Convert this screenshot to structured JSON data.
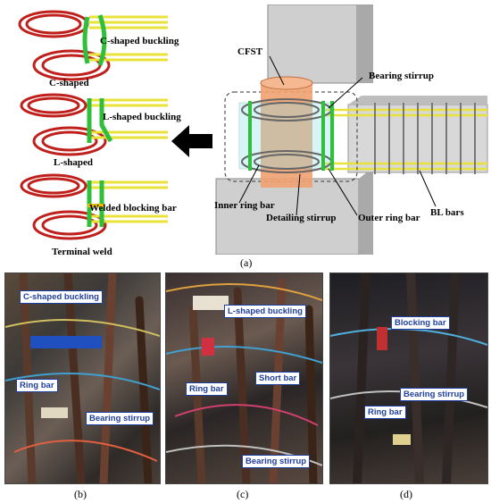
{
  "panel_a": {
    "caption": "(a)",
    "subfigures": [
      {
        "name": "C-shaped",
        "callout": "C-shaped buckling"
      },
      {
        "name": "L-shaped",
        "callout": "L-shaped buckling"
      },
      {
        "name": "Terminal weld",
        "callout": "Welded blocking bar"
      }
    ],
    "model_labels": {
      "cfst": "CFST",
      "bearing_stirrup": "Bearing stirrup",
      "inner_ring_bar": "Inner ring bar",
      "detailing_stirrup": "Detailing stirrup",
      "outer_ring_bar": "Outer ring bar",
      "bl_bars": "BL bars"
    }
  },
  "panel_b": {
    "caption": "(b)",
    "tags": [
      "C-shaped buckling",
      "Ring bar",
      "Bearing stirrup"
    ]
  },
  "panel_c": {
    "caption": "(c)",
    "tags": [
      "L-shaped buckling",
      "Ring bar",
      "Short bar",
      "Bearing stirrup"
    ]
  },
  "panel_d": {
    "caption": "(d)",
    "tags": [
      "Blocking bar",
      "Bearing stirrup",
      "Ring bar"
    ]
  },
  "colors": {
    "ring_red": "#c0201c",
    "stirrup_green": "#2fbf3a",
    "bar_yellow": "#e8e23a",
    "concrete": "#c9c9c9",
    "cfst_orange": "#f0a070",
    "tag_blue": "#1f3fa0"
  }
}
